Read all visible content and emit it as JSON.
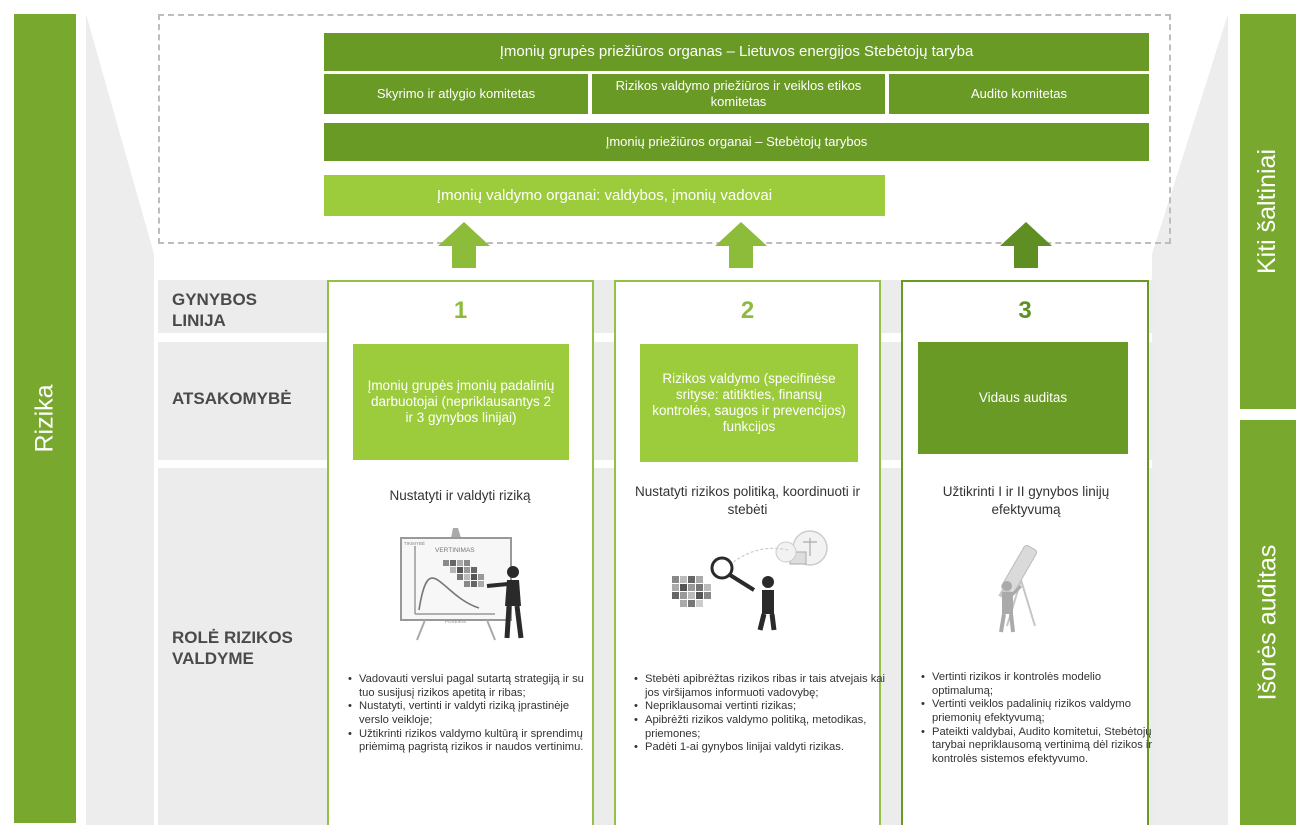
{
  "left_bar": {
    "label": "Rizika"
  },
  "right_bar": {
    "top_label": "Kiti šaltiniai",
    "bottom_label": "Išorės auditas"
  },
  "governance": {
    "group_board": "Įmonių grupės priežiūros organas – Lietuvos energijos Stebėtojų taryba",
    "committees": [
      "Skyrimo ir atlygio komitetas",
      "Rizikos valdymo priežiūros ir veiklos etikos komitetas",
      "Audito komitetas"
    ],
    "company_boards": "Įmonių priežiūros organai – Stebėtojų tarybos",
    "management": "Įmonių valdymo organai: valdybos, įmonių vadovai"
  },
  "row_labels": {
    "line": "GYNYBOS LINIJA",
    "responsibility": "ATSAKOMYBĖ",
    "role": "ROLĖ RIZIKOS VALDYME"
  },
  "columns": [
    {
      "number": "1",
      "responsibility": "Įmonių grupės įmonių padalinių darbuotojai (nepriklausantys 2 ir 3 gynybos linijai)",
      "role": "Nustatyti ir valdyti riziką",
      "illustration": "presenter-chart-icon",
      "illustration_text": {
        "chart_title": "VERTINIMAS",
        "y_label": "TIKIMYBĖ",
        "x_label": "POVEIKIS"
      },
      "bullets": [
        "Vadovauti verslui pagal sutartą strategiją ir su tuo susijusį rizikos apetitą ir ribas;",
        "Nustatyti, vertinti ir valdyti riziką įprastinėje verslo veikloje;",
        "Užtikrinti rizikos valdymo kultūrą ir sprendimų priėmimą pagristą rizikos ir naudos vertinimu."
      ]
    },
    {
      "number": "2",
      "responsibility": "Rizikos valdymo (specifinėse srityse: atitikties, finansų kontrolės, saugos ir prevencijos) funkcijos",
      "role": "Nustatyti rizikos politiką, koordinuoti ir stebėti",
      "illustration": "magnifier-person-icon",
      "bullets": [
        "Stebėti apibrėžtas rizikos ribas ir tais atvejais kai jos viršijamos informuoti vadovybę;",
        "Nepriklausomai vertinti rizikas;",
        "Apibrėžti rizikos valdymo politiką, metodikas, priemones;",
        "Padėti 1-ai gynybos linijai valdyti rizikas."
      ]
    },
    {
      "number": "3",
      "responsibility": "Vidaus auditas",
      "role": "Užtikrinti I ir II gynybos linijų efektyvumą",
      "illustration": "telescope-person-icon",
      "bullets": [
        "Vertinti rizikos ir kontrolės modelio optimalumą;",
        "Vertinti veiklos padalinių rizikos valdymo priemonių efektyvumą;",
        "Pateikti valdybai, Audito komitetui, Stebėtojų tarybai nepriklausomą vertinimą dėl rizikos ir kontrolės sistemos efektyvumo."
      ]
    }
  ],
  "colors": {
    "dark_green": "#6a9a26",
    "light_green": "#9ccc3c",
    "col1_number": "#8dbb3a",
    "col2_number": "#8dbb3a",
    "col3_number": "#5f8f22",
    "band_grey": "#ececec"
  }
}
